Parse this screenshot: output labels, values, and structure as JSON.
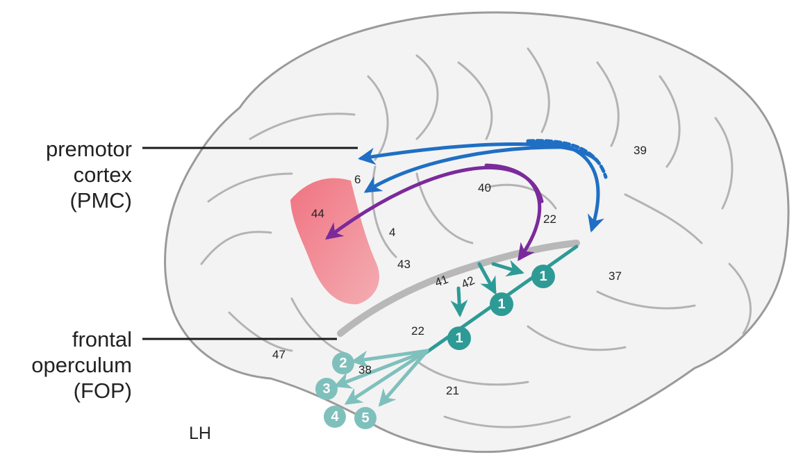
{
  "labels": {
    "pmc": [
      "premotor",
      "cortex",
      "(PMC)"
    ],
    "fop": [
      "frontal",
      "operculum",
      "(FOP)"
    ],
    "hemisphere": "LH"
  },
  "areas": {
    "a6": "6",
    "a44": "44",
    "a4": "4",
    "a43": "43",
    "a40": "40",
    "a22_upper": "22",
    "a39": "39",
    "a41": "41",
    "a42": "42",
    "a37": "37",
    "a22_lower": "22",
    "a47": "47",
    "a38": "38",
    "a21": "21"
  },
  "stages": {
    "s1a": "1",
    "s1b": "1",
    "s1c": "1",
    "s2": "2",
    "s3": "3",
    "s4": "4",
    "s5": "5"
  },
  "colors": {
    "dorsal_pathway": "#1f6fc4",
    "ventral_pathway": "#7b2a9b",
    "stream": "#2e9a95",
    "stream_light": "#7fc0bc",
    "area44": "#e8707a"
  }
}
